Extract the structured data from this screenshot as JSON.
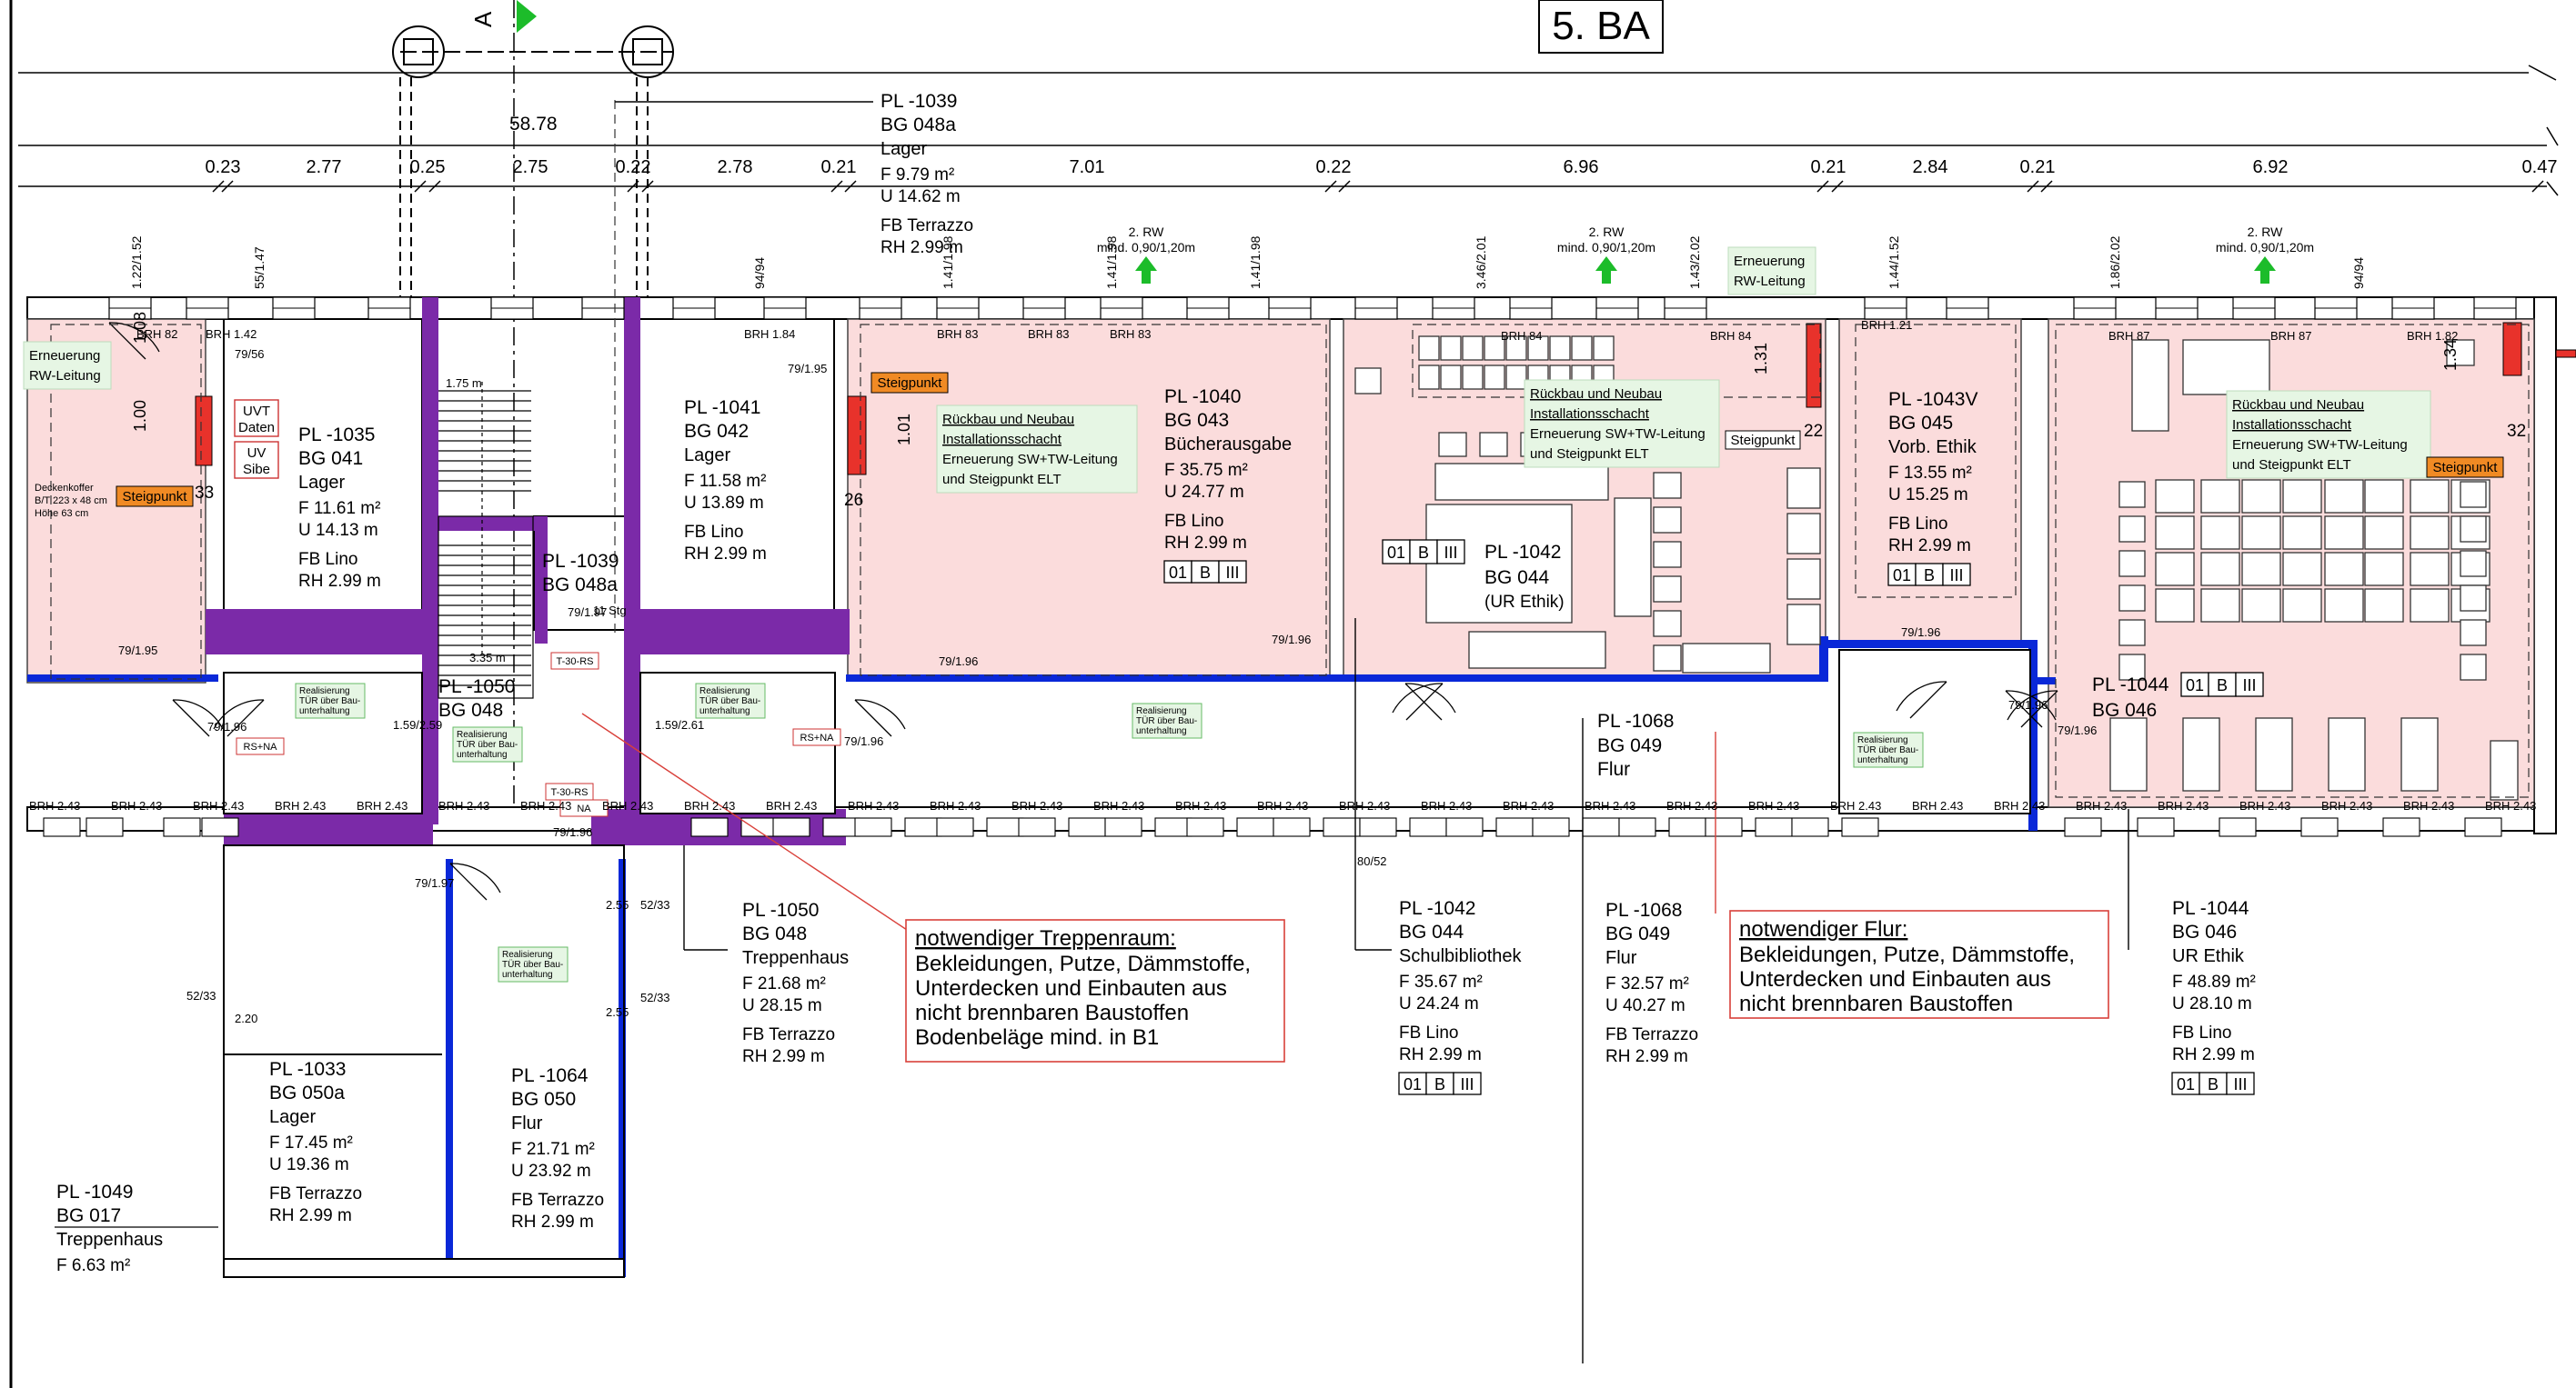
{
  "title": "5. BA",
  "section_marker": "A",
  "colors": {
    "room_fill": "#fbdcdc",
    "stair_purple": "#7b2aa8",
    "fire_blue": "#0a28d8",
    "note_green_bg": "#e6f6e4",
    "note_green_text": "#0b6b1a",
    "red_box": "#e8322b",
    "steig_orange": "#f08a24",
    "arrow_green": "#1cbc2a",
    "callout_red": "#d9403a"
  },
  "dimensions": {
    "overall": "58.78",
    "segments": [
      "0.23",
      "2.77",
      "0.25",
      "2.75",
      "0.22",
      "2.78",
      "0.21",
      "7.01",
      "0.22",
      "6.96",
      "0.21",
      "2.84",
      "0.21",
      "6.92",
      "0.47"
    ]
  },
  "rw_labels": [
    {
      "line1": "2. RW",
      "line2": "mind. 0,90/1,20m"
    },
    {
      "line1": "2. RW",
      "line2": "mind. 0,90/1,20m"
    },
    {
      "line1": "2. RW",
      "line2": "mind. 0,90/1,20m"
    }
  ],
  "top_rooms": [
    {
      "pl": "PL -1039",
      "bg": "BG 048a",
      "name": "Lager",
      "f": "F   9.79 m²",
      "u": "U   14.62 m",
      "fb": "FB  Terrazzo",
      "rh": "RH  2.99 m"
    },
    {
      "pl": "PL -1035",
      "bg": "BG 041",
      "name": "Lager",
      "f": "F    11.61 m²",
      "u": "U    14.13 m",
      "fb": "FB  Lino",
      "rh": "RH  2.99 m"
    },
    {
      "pl": "PL -1041",
      "bg": "BG 042",
      "name": "Lager",
      "f": "F    11.58 m²",
      "u": "U    13.89 m",
      "fb": "FB  Lino",
      "rh": "RH  2.99 m"
    },
    {
      "pl": "PL -1040",
      "bg": "BG 043",
      "name": "Bücherausgabe",
      "f": "F    35.75 m²",
      "u": "U    24.77 m",
      "fb": "FB  Lino",
      "rh": "RH  2.99 m",
      "code": [
        "01",
        "B",
        "III"
      ]
    },
    {
      "pl": "PL -1042",
      "bg": "BG 044",
      "name": "(UR Ethik)",
      "code": [
        "01",
        "B",
        "III"
      ]
    },
    {
      "pl": "PL -1043V",
      "bg": "BG 045",
      "name": "Vorb. Ethik",
      "f": "F    13.55 m²",
      "u": "U    15.25 m",
      "fb": "FB  Lino",
      "rh": "RH  2.99 m",
      "code": [
        "01",
        "B",
        "III"
      ]
    },
    {
      "pl": "PL -1044",
      "bg": "BG 046",
      "code": [
        "01",
        "B",
        "III"
      ]
    },
    {
      "pl": "PL -1039",
      "bg": "BG 048a"
    },
    {
      "pl": "PL -1050",
      "bg": "BG 048"
    },
    {
      "pl": "PL -1068",
      "bg": "BG 049",
      "name": "Flur"
    }
  ],
  "bottom_rooms": [
    {
      "pl": "PL -1050",
      "bg": "BG 048",
      "name": "Treppenhaus",
      "f": "F   21.68 m²",
      "u": "U   28.15 m",
      "fb": "FB  Terrazzo",
      "rh": "RH  2.99 m"
    },
    {
      "pl": "PL -1042",
      "bg": "BG 044",
      "name": "Schulbibliothek",
      "f": "F    35.67 m²",
      "u": "U    24.24 m",
      "fb": "FB  Lino",
      "rh": "RH  2.99 m",
      "code": [
        "01",
        "B",
        "III"
      ]
    },
    {
      "pl": "PL -1068",
      "bg": "BG 049",
      "name": "Flur",
      "f": "F    32.57 m²",
      "u": "U    40.27 m",
      "fb": "FB  Terrazzo",
      "rh": "RH  2.99 m"
    },
    {
      "pl": "PL -1044",
      "bg": "BG 046",
      "name": "UR Ethik",
      "f": "F    48.89 m²",
      "u": "U    28.10 m",
      "fb": "FB  Lino",
      "rh": "RH  2.99 m",
      "code": [
        "01",
        "B",
        "III"
      ]
    },
    {
      "pl": "PL -1033",
      "bg": "BG 050a",
      "name": "Lager",
      "f": "F    17.45 m²",
      "u": "U    19.36 m",
      "fb": "FB  Terrazzo",
      "rh": "RH  2.99 m"
    },
    {
      "pl": "PL -1064",
      "bg": "BG 050",
      "name": "Flur",
      "f": "F   21.71 m²",
      "u": "U   23.92 m",
      "fb": "FB  Terrazzo",
      "rh": "RH  2.99 m"
    },
    {
      "pl": "PL -1049",
      "bg": "BG 017",
      "name": "Treppenhaus",
      "f": "F    6.63 m²"
    }
  ],
  "callouts": {
    "treppenraum": {
      "heading": "notwendiger Treppenraum:",
      "lines": [
        "Bekleidungen, Putze, Dämmstoffe,",
        "Unterdecken und Einbauten aus",
        "nicht brennbaren Baustoffen",
        "Bodenbeläge mind. in B1"
      ]
    },
    "flur": {
      "heading": "notwendiger Flur:",
      "lines": [
        "Bekleidungen, Putze, Dämmstoffe,",
        "Unterdecken und Einbauten aus",
        "nicht brennbaren Baustoffen"
      ]
    }
  },
  "green_notes": [
    {
      "lines": [
        "Rückbau und Neubau",
        "Installationsschacht",
        "Erneuerung SW+TW-Leitung",
        "und Steigpunkt ELT"
      ]
    },
    {
      "lines": [
        "Rückbau und Neubau",
        "Installationsschacht",
        "Erneuerung SW+TW-Leitung",
        "und Steigpunkt ELT"
      ]
    },
    {
      "lines": [
        "Rückbau und Neubau",
        "Installationsschacht",
        "Erneuerung SW+TW-Leitung",
        "und Steigpunkt ELT"
      ]
    },
    {
      "lines": [
        "Erneuerung",
        "RW-Leitung"
      ]
    },
    {
      "lines": [
        "Erneuerung",
        "RW-Leitung"
      ]
    }
  ],
  "small_notes": [
    "Realisierung",
    "TÜR über Bau-",
    "unterhaltung"
  ],
  "steigpunkt": "Steigpunkt",
  "uv_boxes": [
    [
      "UVT",
      "Daten"
    ],
    [
      "UV",
      "Sibe"
    ]
  ],
  "deckenkoffer": [
    "Deckenkoffer",
    "B/T 223 x 48 cm",
    "Höhe 63 cm"
  ],
  "door_tags": [
    "RS+NA",
    "RS+NA",
    "T-30-RS",
    "T-30-RS",
    "NA"
  ],
  "window_dims": {
    "top_pairs": [
      "1.22/1.52",
      "55/1.47",
      "94/94",
      "1.41/1.98",
      "1.41/1.98",
      "1.41/1.98",
      "3.46/2.01",
      "1.43/2.02",
      "1.44/1.52",
      "1.86/2.02",
      "94/94"
    ],
    "wall_dims": [
      "1.08",
      "1.00",
      "1.31",
      "1.34",
      "1.01"
    ],
    "side_vals": [
      "33",
      "26",
      "22",
      "32"
    ],
    "door_dims": [
      "79/56",
      "79/1.95",
      "79/1.95",
      "79/1.96",
      "79/1.96",
      "79/1.96",
      "79/1.96",
      "79/1.96",
      "79/1.96",
      "79/1.96",
      "79/1.97",
      "79/1.96",
      "79/1.97"
    ],
    "brh_top": [
      "BRH 82",
      "BRH 1.42",
      "BRH 1.84",
      "BRH 83",
      "BRH 83",
      "BRH 83",
      "BRH 84",
      "BRH 84",
      "BRH 1.21",
      "BRH 87",
      "BRH 87",
      "BRH 1.82"
    ],
    "brh_bottom": "BRH 2.43",
    "small_vals": [
      "1.59/2.59",
      "1.59/2.61",
      "1.75 m",
      "3.35 m",
      "11 Stg",
      "2.55",
      "2.55",
      "2.20",
      "52/33",
      "52/33",
      "52/33",
      "80/52"
    ]
  }
}
